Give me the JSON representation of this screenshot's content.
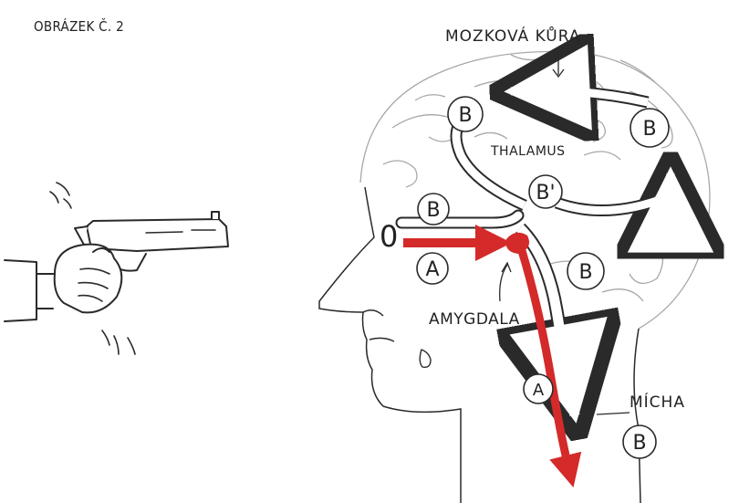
{
  "figure": {
    "caption": "OBRÁZEK Č. 2"
  },
  "labels": {
    "cortex": "MOZKOVÁ KŮRA",
    "thalamus": "THALAMUS",
    "amygdala": "AMYGDALA",
    "spinal_cord": "MÍCHA",
    "eye": "0"
  },
  "nodes": {
    "b": "B",
    "b_prime": "B'",
    "a": "A"
  },
  "colors": {
    "fast_pathway": "#d42a2a",
    "outline": "#2a2a2a",
    "brain_lines": "#9a9a9a"
  },
  "icons": [
    "pistol-icon",
    "head-outline",
    "brain-outline"
  ]
}
